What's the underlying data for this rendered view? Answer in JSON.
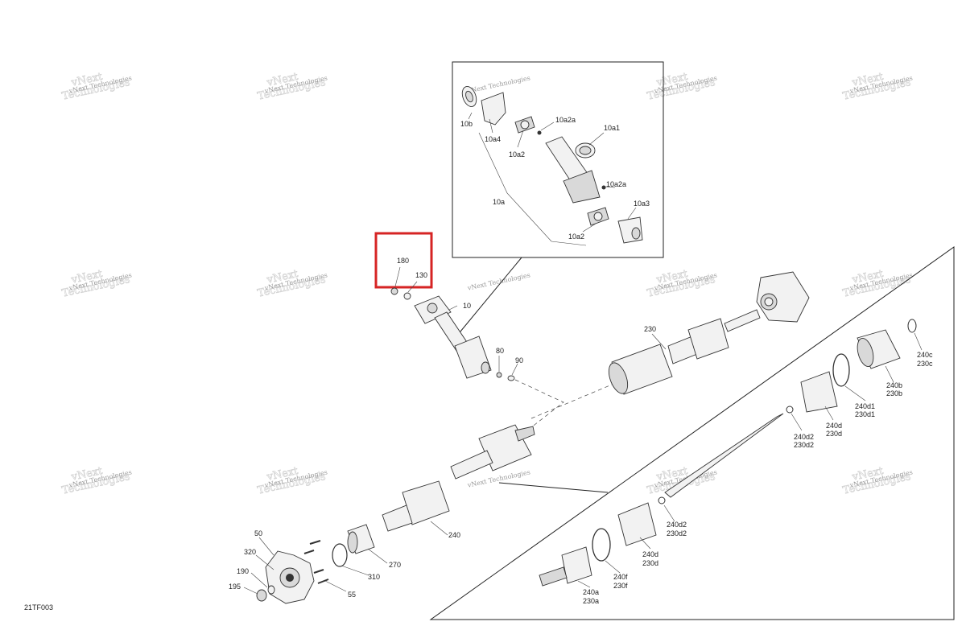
{
  "diagram_code": "21TF003",
  "watermark": {
    "line1": "vNext",
    "line2": "Technologies",
    "small": "vNext Technologies"
  },
  "highlight": {
    "color": "#d62424",
    "labels": [
      "180",
      "130"
    ]
  },
  "inset_labels": [
    "10b",
    "10a4",
    "10a2a",
    "10a1",
    "10a2",
    "10a",
    "10a2a",
    "10a3",
    "10a2"
  ],
  "main_labels": [
    "180",
    "130",
    "10",
    "80",
    "90",
    "230",
    "240",
    "50",
    "320",
    "190",
    "195",
    "55",
    "310",
    "270"
  ],
  "detail_labels": [
    "240c",
    "230c",
    "240b",
    "230b",
    "240d1",
    "230d1",
    "240d",
    "230d",
    "240d2",
    "230d2",
    "240d2",
    "230d2",
    "240d",
    "230d",
    "240f",
    "230f",
    "240a",
    "230a"
  ]
}
